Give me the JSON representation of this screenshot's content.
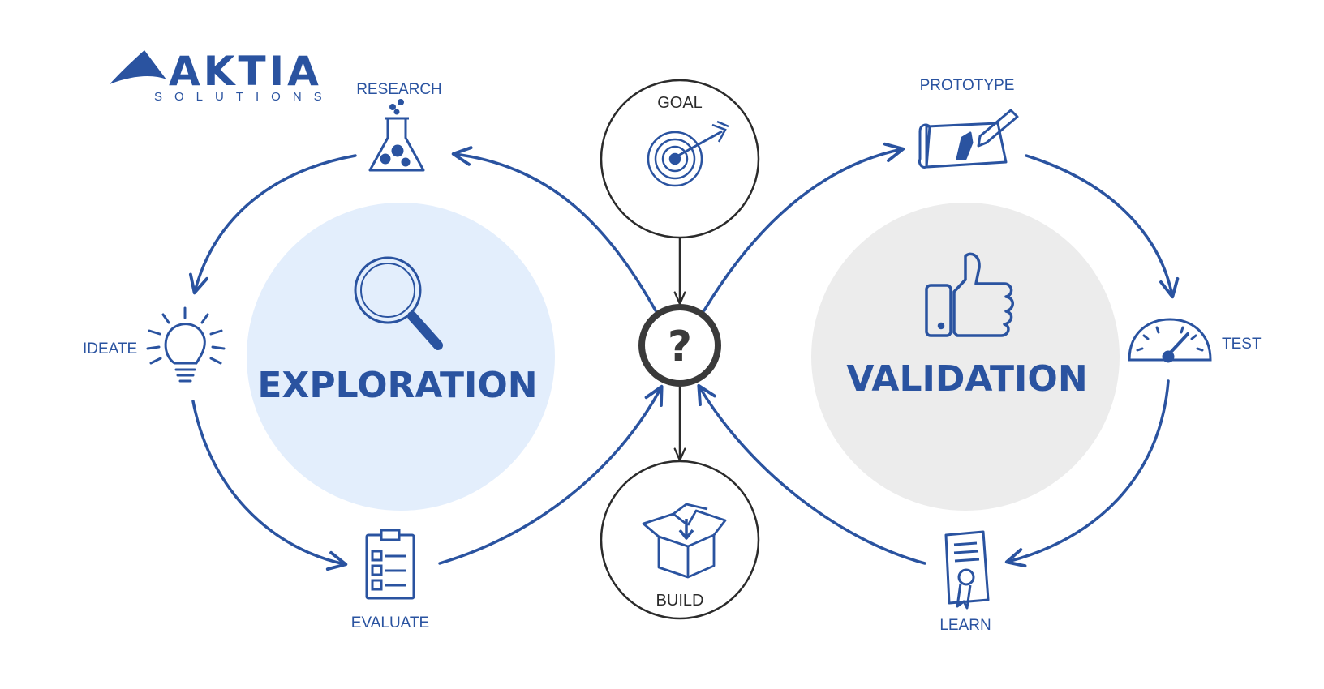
{
  "logo": {
    "name": "AKTIA",
    "tagline": "SOLUTIONS"
  },
  "center": {
    "goal": "GOAL",
    "build": "BUILD",
    "question": "?"
  },
  "exploration": {
    "title": "EXPLORATION",
    "steps": {
      "research": "RESEARCH",
      "ideate": "IDEATE",
      "evaluate": "EVALUATE"
    }
  },
  "validation": {
    "title": "VALIDATION",
    "steps": {
      "prototype": "PROTOTYPE",
      "test": "TEST",
      "learn": "LEARN"
    }
  },
  "colors": {
    "primary": "#2a53a0",
    "exploration_bg": "#e3eefc",
    "validation_bg": "#ececec",
    "outline": "#2b2b2b"
  },
  "icons": {
    "research": "flask-icon",
    "ideate": "lightbulb-icon",
    "evaluate": "checklist-icon",
    "prototype": "blueprint-icon",
    "test": "gauge-icon",
    "learn": "certificate-icon",
    "goal": "target-icon",
    "build": "box-icon",
    "exploration": "magnifier-icon",
    "validation": "thumbs-up-icon"
  }
}
